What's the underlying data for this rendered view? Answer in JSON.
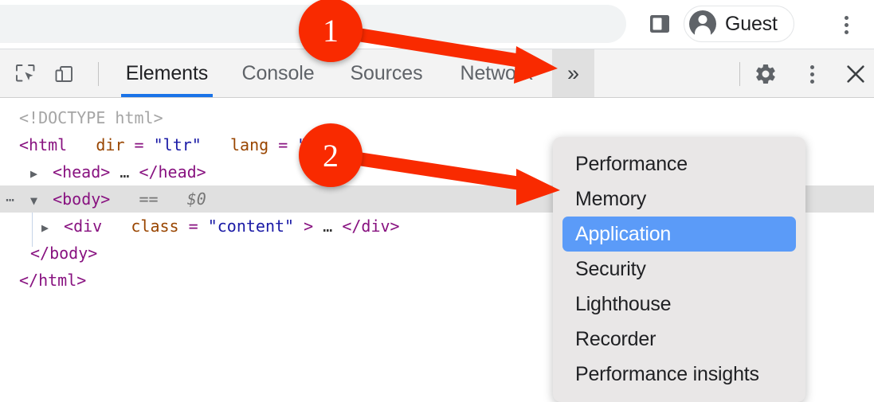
{
  "browser": {
    "omnibox_value": "",
    "side_panel_icon": "side-panel-icon",
    "profile_label": "Guest",
    "avatar_icon": "account-avatar-icon",
    "menu_icon": "three-dot-menu-icon"
  },
  "devtools": {
    "inspect_icon": "inspect-element-icon",
    "device_toolbar_icon": "device-toolbar-icon",
    "tabs": [
      {
        "label": "Elements",
        "active": true
      },
      {
        "label": "Console",
        "active": false
      },
      {
        "label": "Sources",
        "active": false
      },
      {
        "label": "Network",
        "active": false
      }
    ],
    "overflow_label": "»",
    "settings_icon": "gear-icon",
    "menu_icon": "three-dot-menu-icon",
    "close_icon": "close-icon",
    "dom": {
      "doctype": "<!DOCTYPE html>",
      "html_open_tag": "<html",
      "html_attr1_name": "dir",
      "html_attr1_value": "\"ltr\"",
      "html_attr2_name": "lang",
      "html_attr2_value": "\"en\"",
      "html_open_close": ">",
      "head_twisty": "▶",
      "head_open": "<head>",
      "head_ellipsis": "…",
      "head_close": "</head>",
      "body_dots": "⋯",
      "body_twisty": "▼",
      "body_open": "<body>",
      "body_eq": "==",
      "body_dollar": "$0",
      "div_twisty": "▶",
      "div_open": "<div",
      "div_attr_name": "class",
      "div_attr_value": "\"content\"",
      "div_open_close": ">",
      "div_ellipsis": "…",
      "div_close": "</div>",
      "body_close": "</body>",
      "html_close": "</html>"
    }
  },
  "dropdown": {
    "items": [
      {
        "label": "Performance",
        "selected": false
      },
      {
        "label": "Memory",
        "selected": false
      },
      {
        "label": "Application",
        "selected": true
      },
      {
        "label": "Security",
        "selected": false
      },
      {
        "label": "Lighthouse",
        "selected": false
      },
      {
        "label": "Recorder",
        "selected": false
      },
      {
        "label": "Performance insights",
        "selected": false
      }
    ]
  },
  "annotations": {
    "badge_1": "1",
    "badge_2": "2",
    "color": "#f92a00"
  }
}
